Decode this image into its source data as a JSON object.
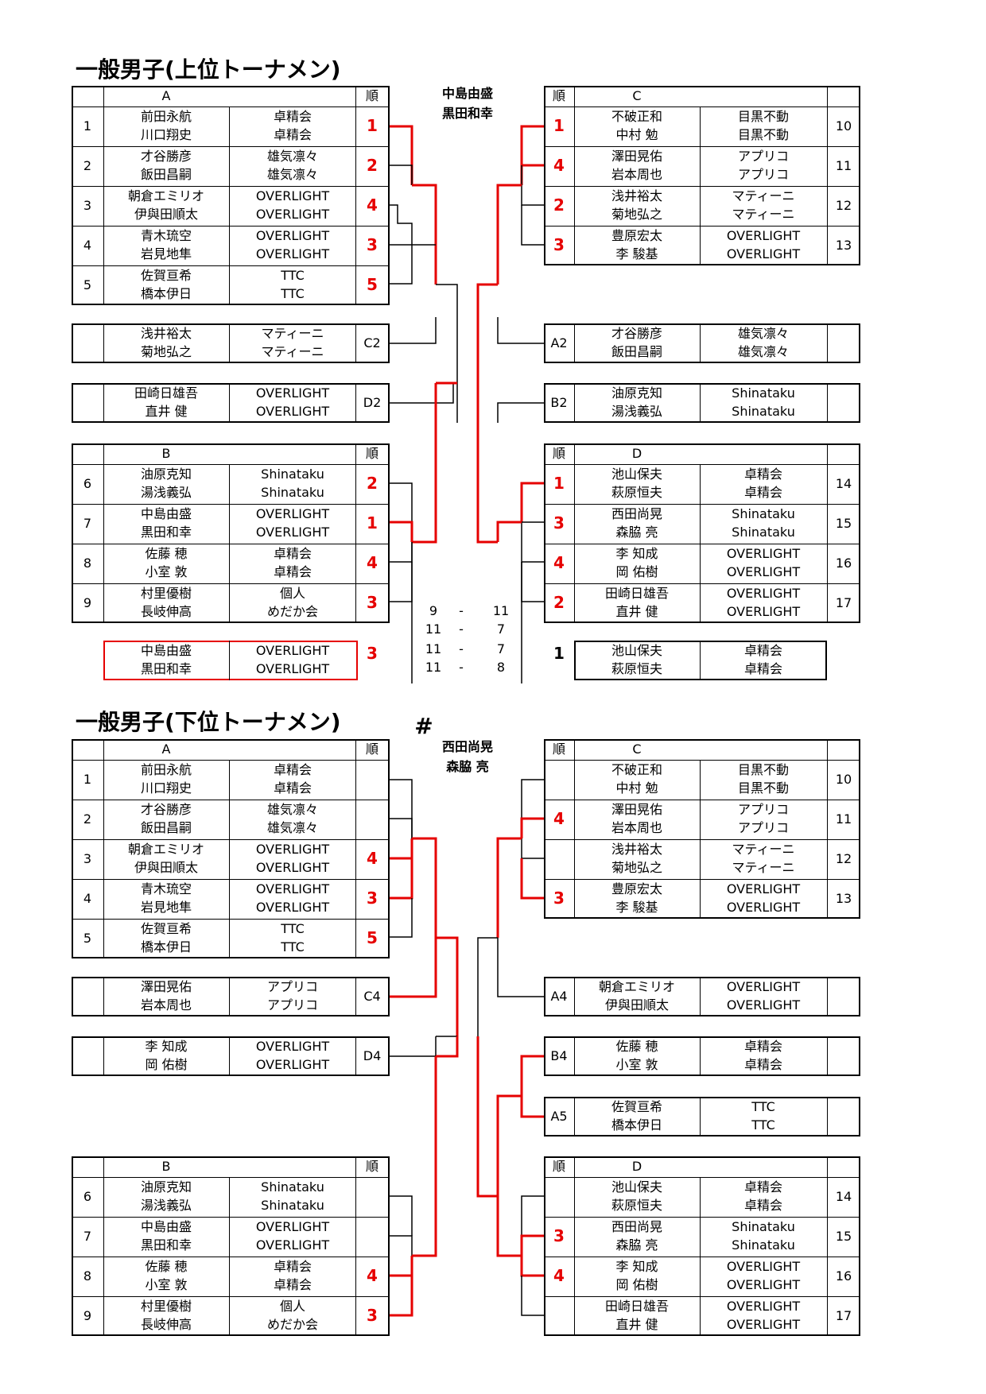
{
  "upper": {
    "title": "一般男子(上位トーナメン)",
    "champion": [
      "中島由盛",
      "黒田和幸"
    ],
    "group_A": {
      "header": "A",
      "rank_header": "順",
      "rows": [
        {
          "no": "1",
          "p1": "前田永航",
          "p2": "川口翔史",
          "c1": "卓精会",
          "c2": "卓精会",
          "rank": "1"
        },
        {
          "no": "2",
          "p1": "才谷勝彦",
          "p2": "飯田昌嗣",
          "c1": "雄気凛々",
          "c2": "雄気凛々",
          "rank": "2"
        },
        {
          "no": "3",
          "p1": "朝倉エミリオ",
          "p2": "伊與田順太",
          "c1": "OVERLIGHT",
          "c2": "OVERLIGHT",
          "rank": "4"
        },
        {
          "no": "4",
          "p1": "青木琉空",
          "p2": "岩見地隼",
          "c1": "OVERLIGHT",
          "c2": "OVERLIGHT",
          "rank": "3"
        },
        {
          "no": "5",
          "p1": "佐賀亘希",
          "p2": "橋本伊日",
          "c1": "TTC",
          "c2": "TTC",
          "rank": "5"
        }
      ]
    },
    "group_B": {
      "header": "B",
      "rank_header": "順",
      "rows": [
        {
          "no": "6",
          "p1": "油原克知",
          "p2": "湯浅義弘",
          "c1": "Shinataku",
          "c2": "Shinataku",
          "rank": "2"
        },
        {
          "no": "7",
          "p1": "中島由盛",
          "p2": "黒田和幸",
          "c1": "OVERLIGHT",
          "c2": "OVERLIGHT",
          "rank": "1"
        },
        {
          "no": "8",
          "p1": "佐藤 穂",
          "p2": "小室 敦",
          "c1": "卓精会",
          "c2": "卓精会",
          "rank": "4"
        },
        {
          "no": "9",
          "p1": "村里優樹",
          "p2": "長岐伸高",
          "c1": "個人",
          "c2": "めだか会",
          "rank": "3"
        }
      ]
    },
    "group_C": {
      "header": "C",
      "rank_header": "順",
      "rows": [
        {
          "no": "10",
          "p1": "不破正和",
          "p2": "中村 勉",
          "c1": "目黒不動",
          "c2": "目黒不動",
          "rank": "1"
        },
        {
          "no": "11",
          "p1": "澤田晃佑",
          "p2": "岩本周也",
          "c1": "アプリコ",
          "c2": "アプリコ",
          "rank": "4"
        },
        {
          "no": "12",
          "p1": "浅井裕太",
          "p2": "菊地弘之",
          "c1": "マティーニ",
          "c2": "マティーニ",
          "rank": "2"
        },
        {
          "no": "13",
          "p1": "豊原宏太",
          "p2": "李 駿基",
          "c1": "OVERLIGHT",
          "c2": "OVERLIGHT",
          "rank": "3"
        }
      ]
    },
    "group_D": {
      "header": "D",
      "rank_header": "順",
      "rows": [
        {
          "no": "14",
          "p1": "池山保夫",
          "p2": "萩原恒夫",
          "c1": "卓精会",
          "c2": "卓精会",
          "rank": "1"
        },
        {
          "no": "15",
          "p1": "西田尚晃",
          "p2": "森脇 亮",
          "c1": "Shinataku",
          "c2": "Shinataku",
          "rank": "3"
        },
        {
          "no": "16",
          "p1": "李 知成",
          "p2": "岡 佑樹",
          "c1": "OVERLIGHT",
          "c2": "OVERLIGHT",
          "rank": "4"
        },
        {
          "no": "17",
          "p1": "田崎日雄吾",
          "p2": "直井 健",
          "c1": "OVERLIGHT",
          "c2": "OVERLIGHT",
          "rank": "2"
        }
      ]
    },
    "seed_left_1": {
      "p1": "浅井裕太",
      "p2": "菊地弘之",
      "c1": "マティーニ",
      "c2": "マティーニ",
      "label": "C2"
    },
    "seed_left_2": {
      "p1": "田崎日雄吾",
      "p2": "直井 健",
      "c1": "OVERLIGHT",
      "c2": "OVERLIGHT",
      "label": "D2"
    },
    "seed_right_1": {
      "p1": "才谷勝彦",
      "p2": "飯田昌嗣",
      "c1": "雄気凛々",
      "c2": "雄気凛々",
      "label": "A2"
    },
    "seed_right_2": {
      "p1": "油原克知",
      "p2": "湯浅義弘",
      "c1": "Shinataku",
      "c2": "Shinataku",
      "label": "B2"
    },
    "final_left": {
      "p1": "中島由盛",
      "p2": "黒田和幸",
      "c1": "OVERLIGHT",
      "c2": "OVERLIGHT",
      "rank": "3"
    },
    "final_right": {
      "p1": "池山保夫",
      "p2": "萩原恒夫",
      "c1": "卓精会",
      "c2": "卓精会",
      "rank": "1"
    },
    "scores": [
      {
        "l": "9",
        "d": "-",
        "r": "11"
      },
      {
        "l": "11",
        "d": "-",
        "r": "7"
      },
      {
        "l": "11",
        "d": "-",
        "r": "7"
      },
      {
        "l": "11",
        "d": "-",
        "r": "8"
      }
    ]
  },
  "lower": {
    "title": "一般男子(下位トーナメン)",
    "hash": "#",
    "champion": [
      "西田尚晃",
      "森脇 亮"
    ],
    "group_A": {
      "header": "A",
      "rank_header": "順",
      "rows": [
        {
          "no": "1",
          "p1": "前田永航",
          "p2": "川口翔史",
          "c1": "卓精会",
          "c2": "卓精会",
          "rank": ""
        },
        {
          "no": "2",
          "p1": "才谷勝彦",
          "p2": "飯田昌嗣",
          "c1": "雄気凛々",
          "c2": "雄気凛々",
          "rank": ""
        },
        {
          "no": "3",
          "p1": "朝倉エミリオ",
          "p2": "伊與田順太",
          "c1": "OVERLIGHT",
          "c2": "OVERLIGHT",
          "rank": "4"
        },
        {
          "no": "4",
          "p1": "青木琉空",
          "p2": "岩見地隼",
          "c1": "OVERLIGHT",
          "c2": "OVERLIGHT",
          "rank": "3"
        },
        {
          "no": "5",
          "p1": "佐賀亘希",
          "p2": "橋本伊日",
          "c1": "TTC",
          "c2": "TTC",
          "rank": "5"
        }
      ]
    },
    "group_B": {
      "header": "B",
      "rank_header": "順",
      "rows": [
        {
          "no": "6",
          "p1": "油原克知",
          "p2": "湯浅義弘",
          "c1": "Shinataku",
          "c2": "Shinataku",
          "rank": ""
        },
        {
          "no": "7",
          "p1": "中島由盛",
          "p2": "黒田和幸",
          "c1": "OVERLIGHT",
          "c2": "OVERLIGHT",
          "rank": ""
        },
        {
          "no": "8",
          "p1": "佐藤 穂",
          "p2": "小室 敦",
          "c1": "卓精会",
          "c2": "卓精会",
          "rank": "4"
        },
        {
          "no": "9",
          "p1": "村里優樹",
          "p2": "長岐伸高",
          "c1": "個人",
          "c2": "めだか会",
          "rank": "3"
        }
      ]
    },
    "group_C": {
      "header": "C",
      "rank_header": "順",
      "rows": [
        {
          "no": "10",
          "p1": "不破正和",
          "p2": "中村 勉",
          "c1": "目黒不動",
          "c2": "目黒不動",
          "rank": ""
        },
        {
          "no": "11",
          "p1": "澤田晃佑",
          "p2": "岩本周也",
          "c1": "アプリコ",
          "c2": "アプリコ",
          "rank": "4"
        },
        {
          "no": "12",
          "p1": "浅井裕太",
          "p2": "菊地弘之",
          "c1": "マティーニ",
          "c2": "マティーニ",
          "rank": ""
        },
        {
          "no": "13",
          "p1": "豊原宏太",
          "p2": "李 駿基",
          "c1": "OVERLIGHT",
          "c2": "OVERLIGHT",
          "rank": "3"
        }
      ]
    },
    "group_D": {
      "header": "D",
      "rank_header": "順",
      "rows": [
        {
          "no": "14",
          "p1": "池山保夫",
          "p2": "萩原恒夫",
          "c1": "卓精会",
          "c2": "卓精会",
          "rank": ""
        },
        {
          "no": "15",
          "p1": "西田尚晃",
          "p2": "森脇 亮",
          "c1": "Shinataku",
          "c2": "Shinataku",
          "rank": "3"
        },
        {
          "no": "16",
          "p1": "李 知成",
          "p2": "岡 佑樹",
          "c1": "OVERLIGHT",
          "c2": "OVERLIGHT",
          "rank": "4"
        },
        {
          "no": "17",
          "p1": "田崎日雄吾",
          "p2": "直井 健",
          "c1": "OVERLIGHT",
          "c2": "OVERLIGHT",
          "rank": ""
        }
      ]
    },
    "seed_left_1": {
      "p1": "澤田晃佑",
      "p2": "岩本周也",
      "c1": "アプリコ",
      "c2": "アプリコ",
      "label": "C4"
    },
    "seed_left_2": {
      "p1": "李 知成",
      "p2": "岡 佑樹",
      "c1": "OVERLIGHT",
      "c2": "OVERLIGHT",
      "label": "D4"
    },
    "seed_right_1": {
      "p1": "朝倉エミリオ",
      "p2": "伊與田順太",
      "c1": "OVERLIGHT",
      "c2": "OVERLIGHT",
      "label": "A4"
    },
    "seed_right_2": {
      "p1": "佐藤 穂",
      "p2": "小室 敦",
      "c1": "卓精会",
      "c2": "卓精会",
      "label": "B4"
    },
    "seed_right_3": {
      "p1": "佐賀亘希",
      "p2": "橋本伊日",
      "c1": "TTC",
      "c2": "TTC",
      "label": "A5"
    }
  }
}
